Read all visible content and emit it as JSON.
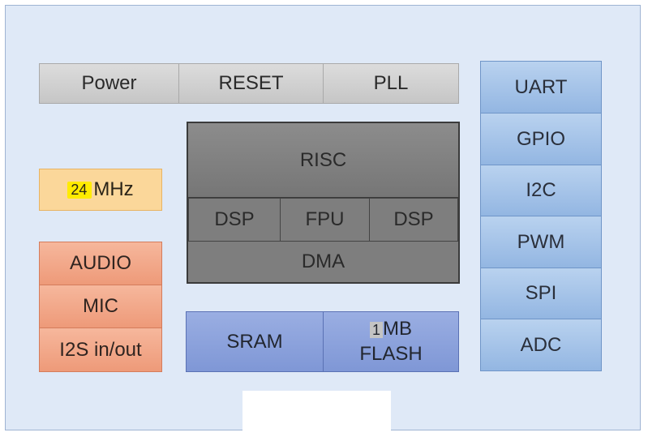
{
  "top_bar": {
    "power": "Power",
    "reset": "RESET",
    "pll": "PLL"
  },
  "clock": {
    "value": "24",
    "unit": "MHz"
  },
  "core": {
    "risc": "RISC",
    "dsp_left": "DSP",
    "fpu": "FPU",
    "dsp_right": "DSP",
    "dma": "DMA"
  },
  "audio": {
    "audio": "AUDIO",
    "mic": "MIC",
    "i2s": "I2S in/out"
  },
  "memory": {
    "sram": "SRAM",
    "flash_size": "1",
    "flash_unit": "MB",
    "flash_label": "FLASH"
  },
  "peripherals": [
    "UART",
    "GPIO",
    "I2C",
    "PWM",
    "SPI",
    "ADC"
  ]
}
